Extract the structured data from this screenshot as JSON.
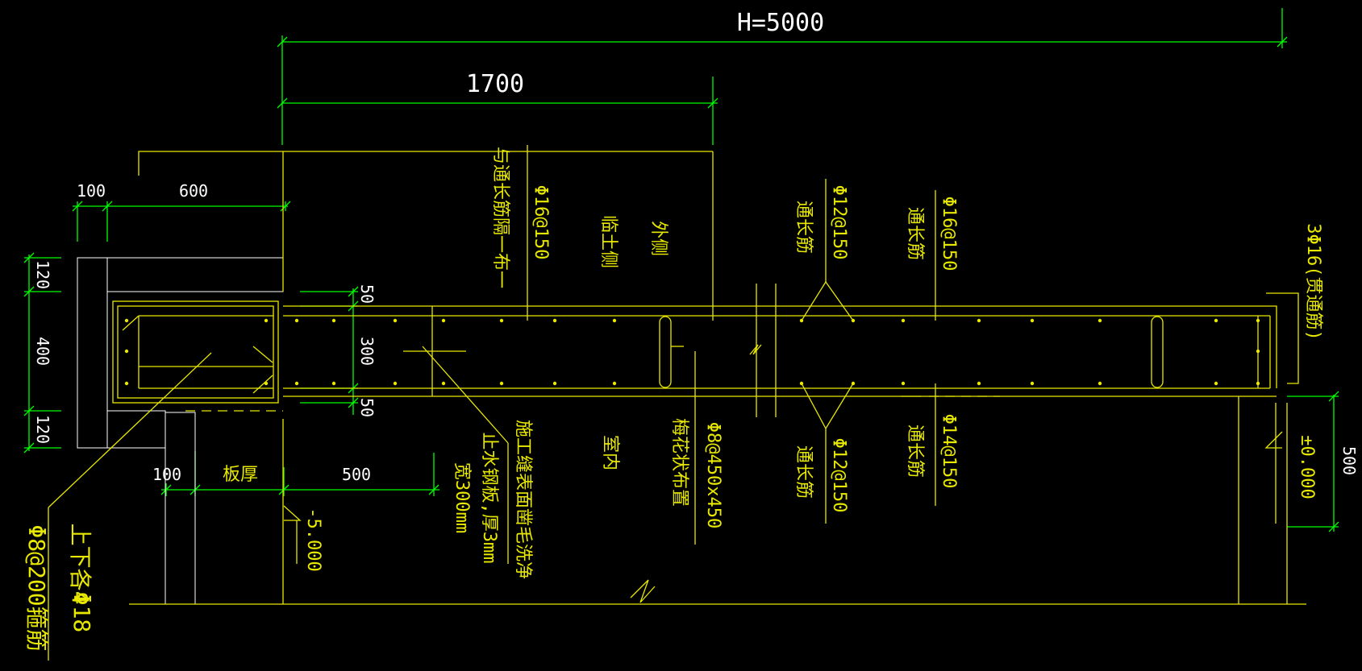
{
  "dimensions": {
    "h_total": "H=5000",
    "d_1700": "1700",
    "d_100_top": "100",
    "d_600": "600",
    "d_120_top": "120",
    "d_400": "400",
    "d_120_bot": "120",
    "d_50_top": "50",
    "d_300": "300",
    "d_50_bot": "50",
    "d_100_bot": "100",
    "slab_label": "板厚",
    "d_500_horiz": "500",
    "d_500_vert": "500"
  },
  "elevations": {
    "minus_5000": "-5.000",
    "zero": "±0.000"
  },
  "labels": {
    "bottom_rebar_1": "上下各4",
    "bottom_rebar_2": "Φ18",
    "stirrup": "Φ8@200箍筋",
    "rebar_16_150_top": "Φ16@150",
    "rebar_16_150_note": "与通长筋隔一布一",
    "soil_side": "临土侧",
    "outer_side": "外侧",
    "rebar_12_150_top": "Φ12@150",
    "through_bar_1": "通长筋",
    "rebar_16_150_right": "Φ16@150",
    "through_bar_2": "通长筋",
    "rebar_3_16": "3Φ16(贯通筋)",
    "joint_note": "施工缝表面凿毛洗净",
    "waterstop_1": "止水钢板,厚3mm",
    "waterstop_2": "宽300mm",
    "indoor": "室内",
    "tie_rebar": "Φ8@450x450",
    "tie_layout": "梅花状布置",
    "rebar_12_150_bot": "Φ12@150",
    "through_bar_3": "通长筋",
    "rebar_14_150": "Φ14@150",
    "through_bar_4": "通长筋"
  }
}
